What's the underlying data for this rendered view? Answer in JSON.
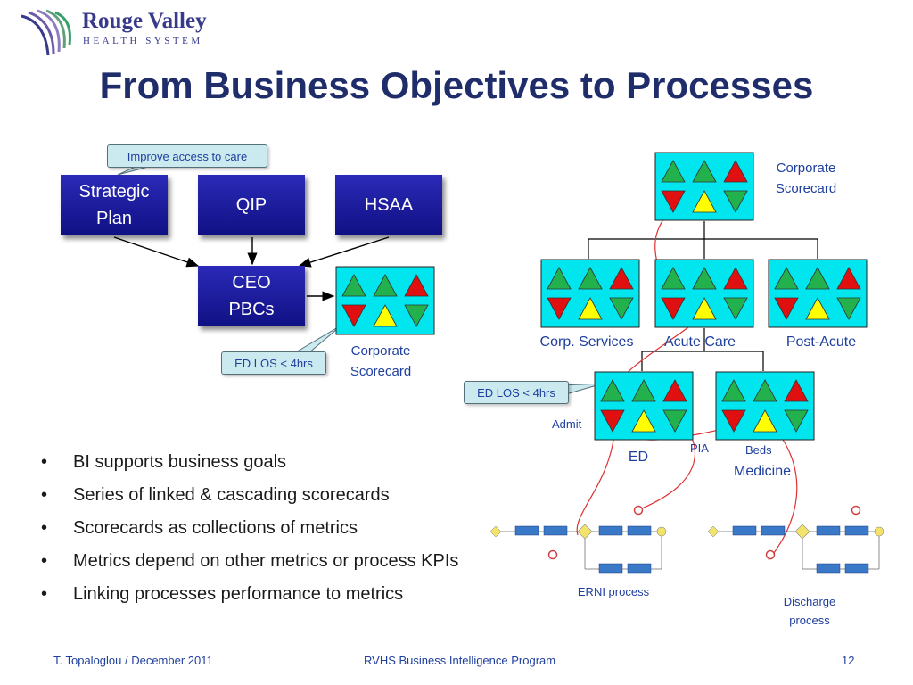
{
  "logo": {
    "name": "Rouge Valley",
    "subtitle": "HEALTH SYSTEM"
  },
  "title": "From Business Objectives to Processes",
  "inputs": [
    "Strategic Plan",
    "QIP",
    "HSAA"
  ],
  "ceo": {
    "line1": "CEO",
    "line2": "PBCs"
  },
  "callouts": {
    "improve_access": "Improve access to care",
    "ed_los_left": "ED LOS < 4hrs",
    "ed_los_right": "ED LOS < 4hrs"
  },
  "scorecard_left": {
    "line1": "Corporate",
    "line2": "Scorecard"
  },
  "scorecard_top": {
    "line1": "Corporate",
    "line2": "Scorecard"
  },
  "divisions": [
    "Corp. Services",
    "Acute Care",
    "Post-Acute"
  ],
  "departments": [
    "ED",
    "Medicine"
  ],
  "annotations": {
    "admit": "Admit",
    "pia": "PIA",
    "beds": "Beds"
  },
  "processes": {
    "erni": "ERNI process",
    "discharge_1": "Discharge",
    "discharge_2": "process"
  },
  "bullets": [
    "BI supports business goals",
    "Series of linked & cascading scorecards",
    "Scorecards as collections of metrics",
    "Metrics depend on other metrics or process KPIs",
    "Linking processes performance to metrics"
  ],
  "bullet_symbol": "•",
  "footer": {
    "left": "T. Topaloglou / December 2011",
    "center": "RVHS Business Intelligence Program",
    "page": "12"
  },
  "colors": {
    "navy": "#16169a",
    "scorecard_bg": "#00e5ee",
    "callout_bg": "#cbeaf0",
    "green": "#22b14c",
    "red": "#e01010",
    "yellow": "#ffff00",
    "link_red": "#e03030",
    "label_blue": "#1f3f9e",
    "title": "#1f2d6b"
  }
}
